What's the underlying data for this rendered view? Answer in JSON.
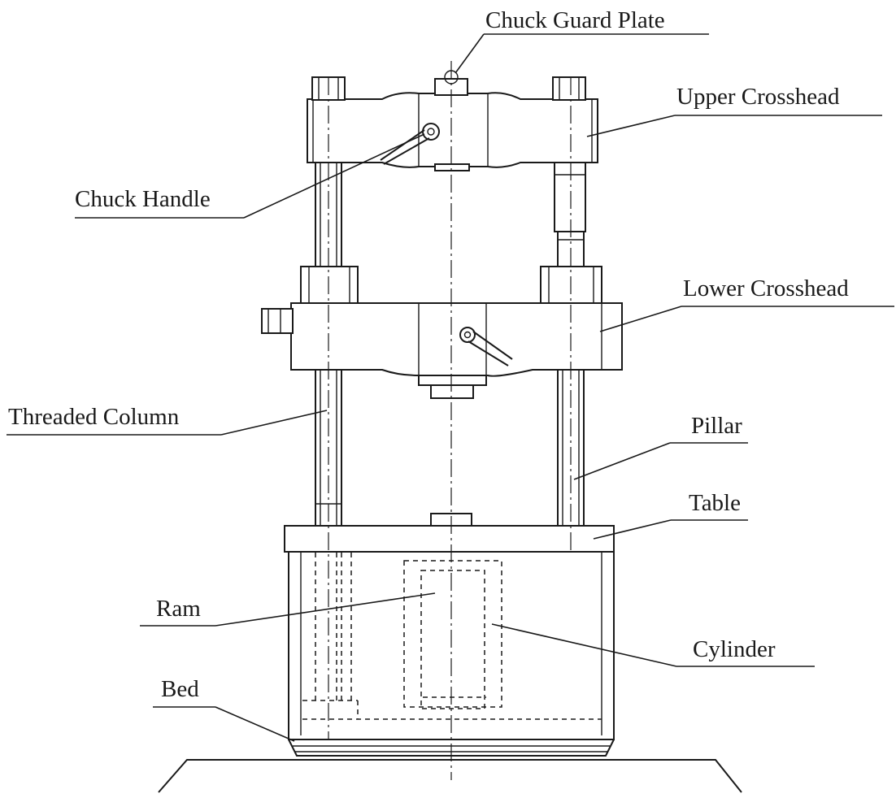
{
  "labels": {
    "chuck_guard_plate": "Chuck Guard Plate",
    "upper_crosshead": "Upper Crosshead",
    "chuck_handle": "Chuck Handle",
    "lower_crosshead": "Lower Crosshead",
    "threaded_column": "Threaded Column",
    "pillar": "Pillar",
    "table": "Table",
    "ram": "Ram",
    "cylinder": "Cylinder",
    "bed": "Bed"
  }
}
